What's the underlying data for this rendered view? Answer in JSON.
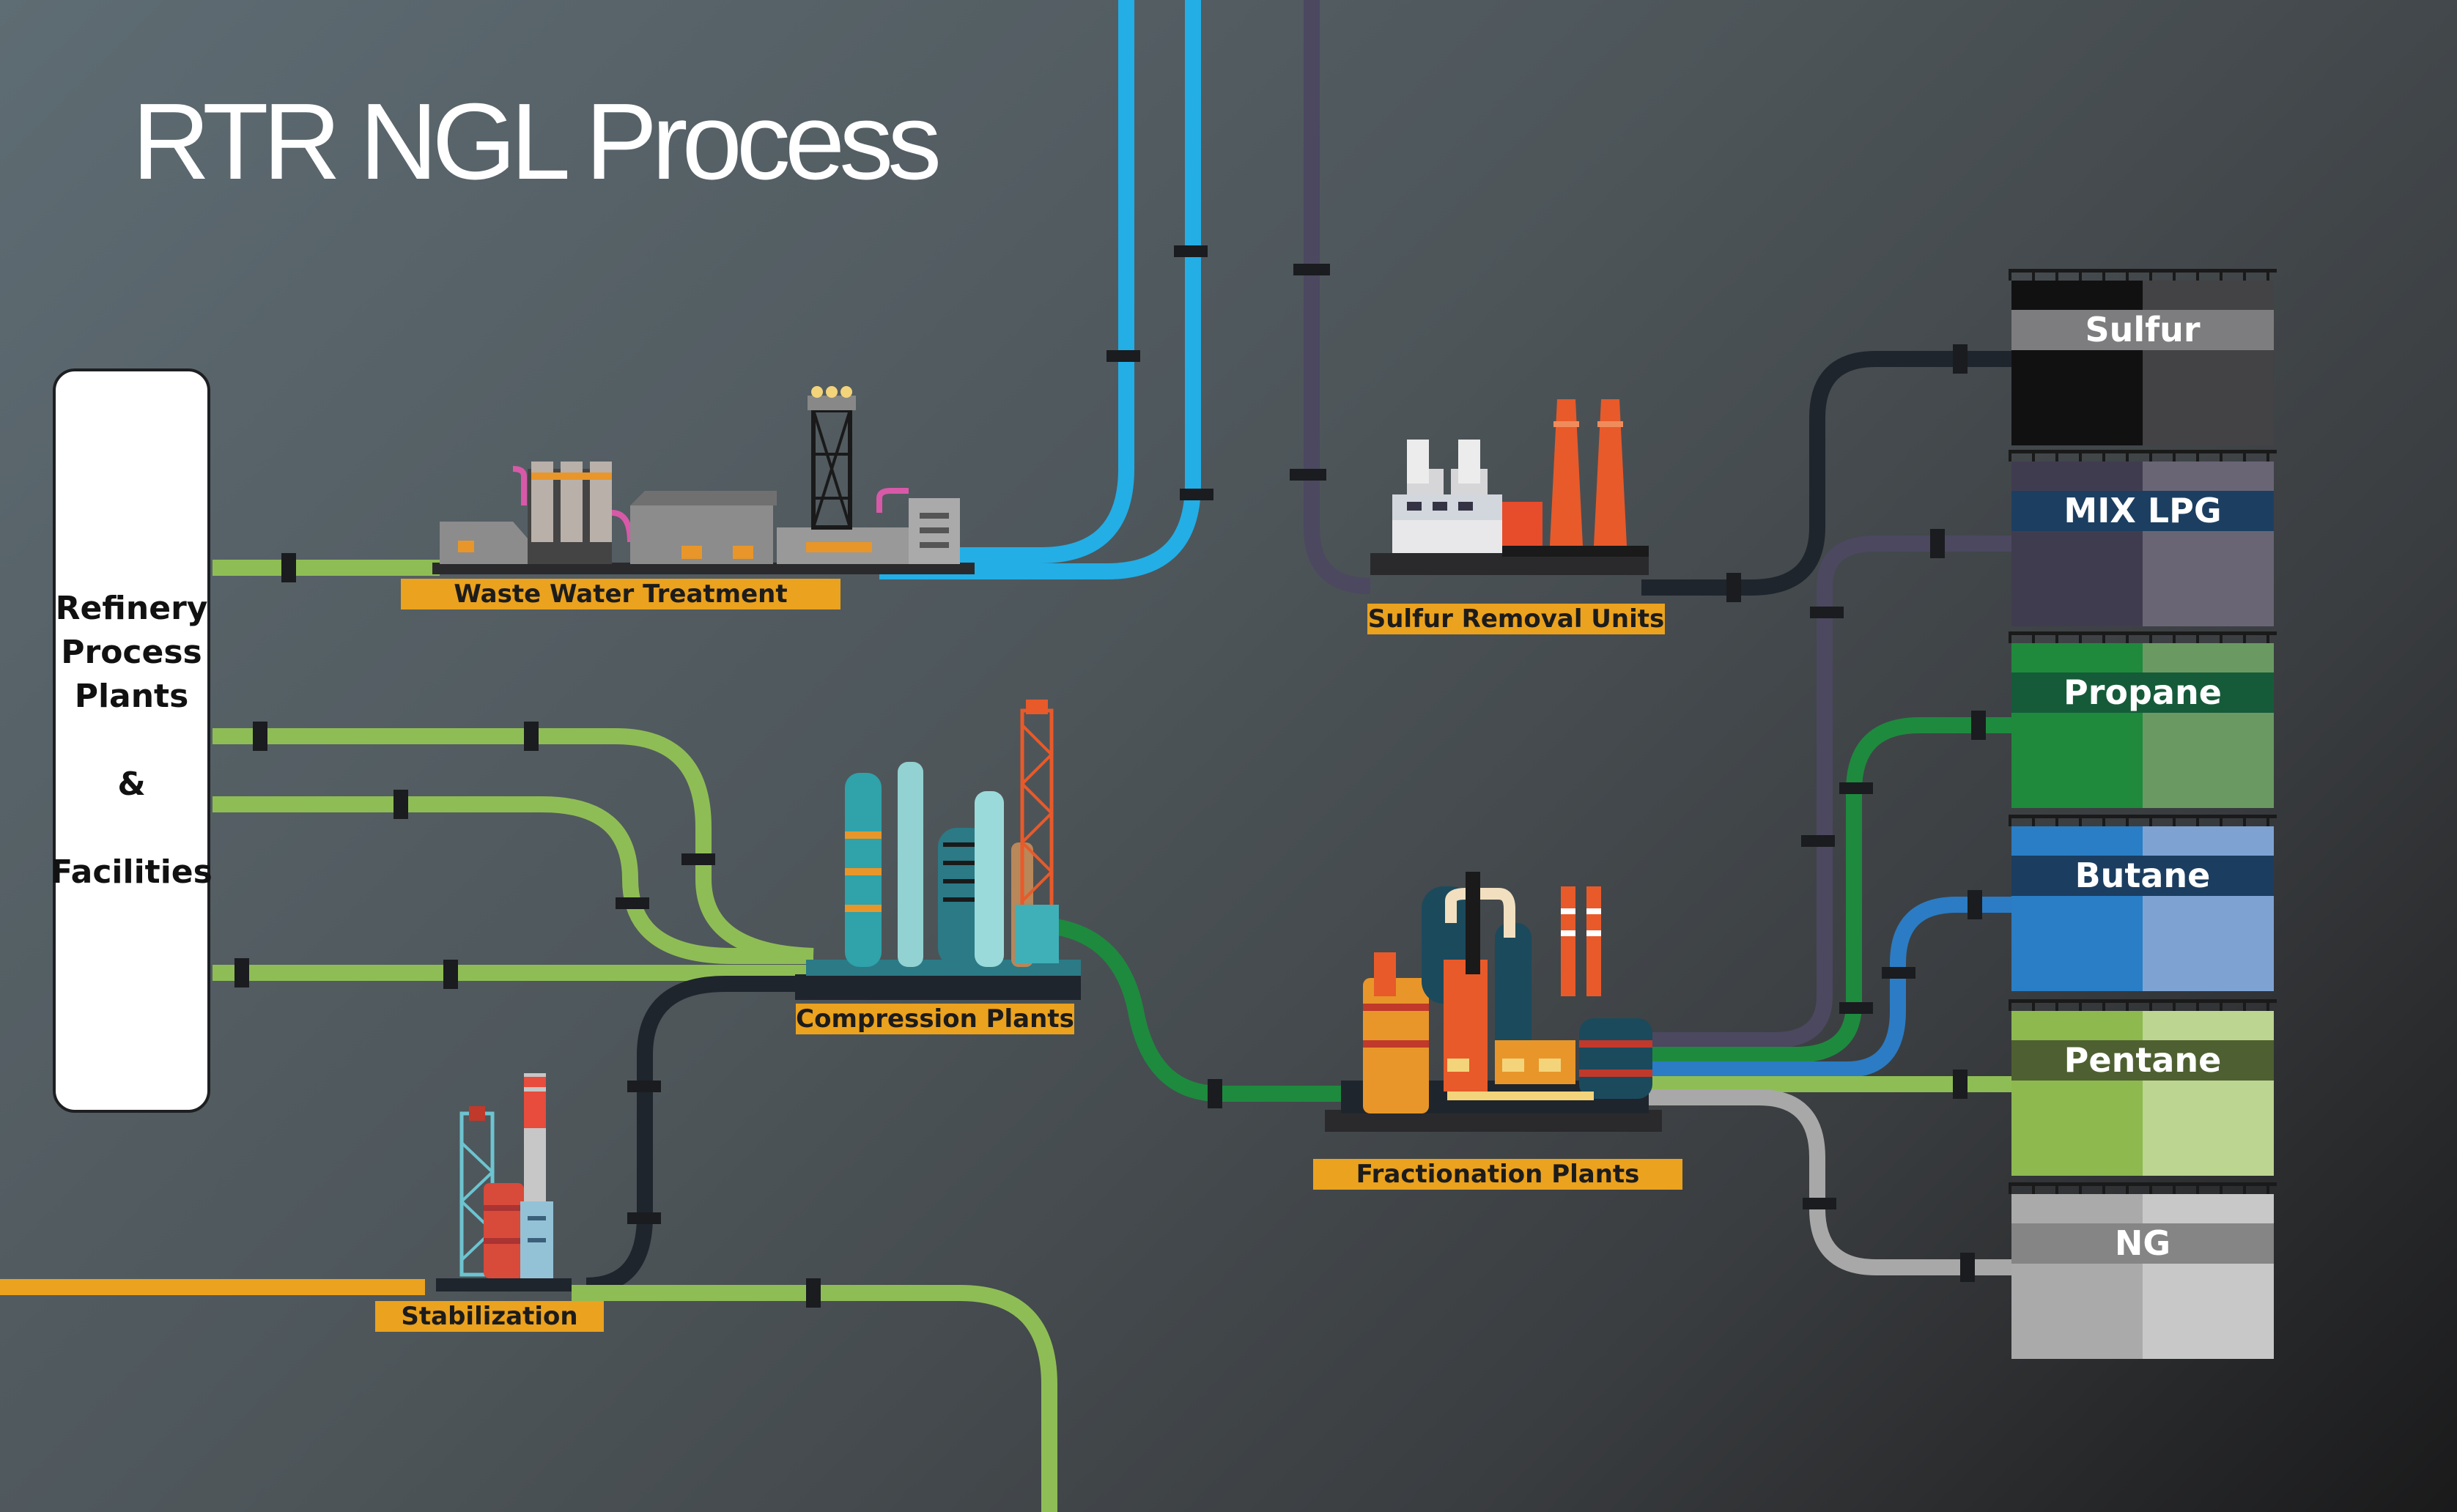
{
  "title": "RTR NGL Process",
  "source": {
    "lines": [
      "Refinery",
      "Process",
      "Plants",
      "&",
      "Facilities"
    ]
  },
  "plants": {
    "waste_water": "Waste Water Treatment",
    "sulfur_removal": "Sulfur Removal Units",
    "compression": "Compression Plants",
    "fractionation": "Fractionation Plants",
    "stabilization": "Stabilization"
  },
  "products": [
    {
      "name": "Sulfur",
      "left": "#111111",
      "right": "#434244",
      "band": "#7d7d7f",
      "pipe": "#1f252d"
    },
    {
      "name": "MIX LPG",
      "left": "#403c50",
      "right": "#6a6575",
      "band": "#1c3f61",
      "pipe": "#4b4860"
    },
    {
      "name": "Propane",
      "left": "#1f8a3c",
      "right": "#6a9a62",
      "band": "#155b3a",
      "pipe": "#1e8a3e"
    },
    {
      "name": "Butane",
      "left": "#2a7ec5",
      "right": "#7ea3d3",
      "band": "#1b3d60",
      "pipe": "#2b7cc4"
    },
    {
      "name": "Pentane",
      "left": "#8db94f",
      "right": "#bcd590",
      "band": "#4e6031",
      "pipe": "#8fbd55"
    },
    {
      "name": "NG",
      "left": "#aaaaaa",
      "right": "#c8c8c8",
      "band": "#858585",
      "pipe": "#a8a8a8"
    }
  ],
  "colors": {
    "feed_green": "#8fbd55",
    "water_blue": "#23aee6",
    "purple_pipe": "#4b4860",
    "dark_pipe": "#1f252d",
    "process_green": "#1e8a3e",
    "orange_feed": "#eba21e",
    "label_bg": "#eba21e"
  }
}
